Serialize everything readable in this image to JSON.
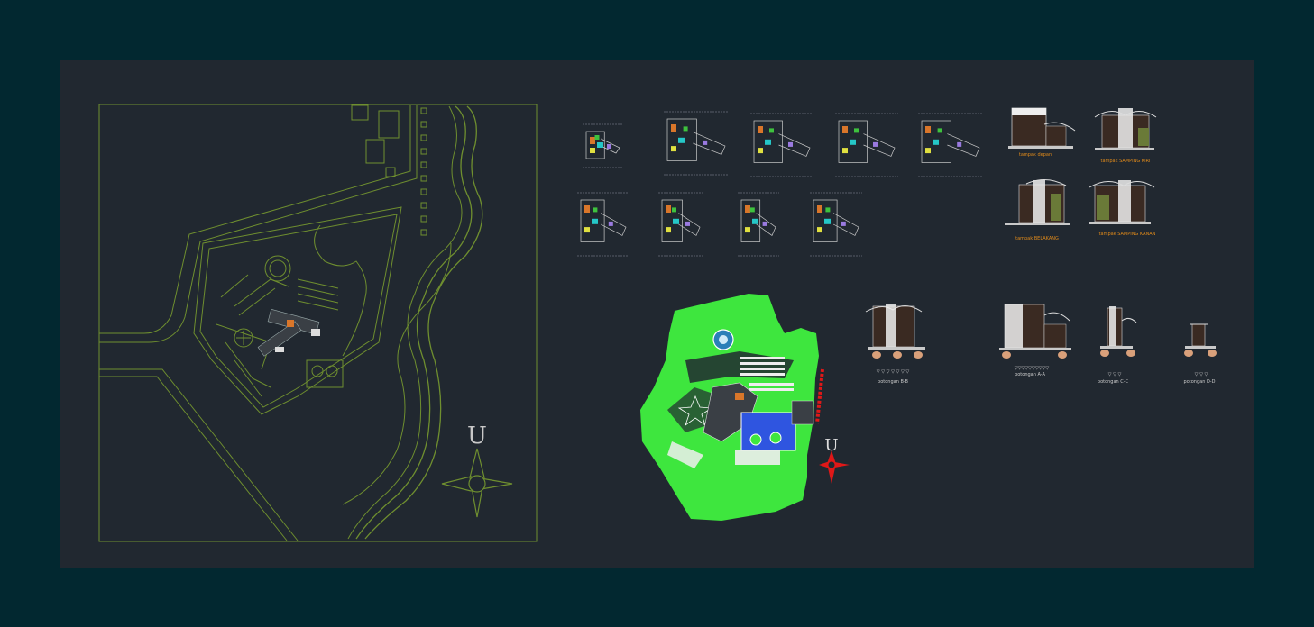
{
  "north_label": "U",
  "elevations": {
    "front": "tampak depan",
    "left": "tampak SAMPING KIRI",
    "back": "tampak BELAKANG",
    "right": "tampak SAMPING KANAN"
  },
  "sections": {
    "bb": "potongan B-B",
    "aa": "potongan A-A",
    "cc": "potongan C-C",
    "dd": "potongan D-D"
  },
  "colors": {
    "background": "#022830",
    "sheet": "#212830",
    "siteline": "#6f8f2f",
    "landscape": "#3ee63e",
    "label": "#e08a1a",
    "north_red": "#e01818"
  }
}
